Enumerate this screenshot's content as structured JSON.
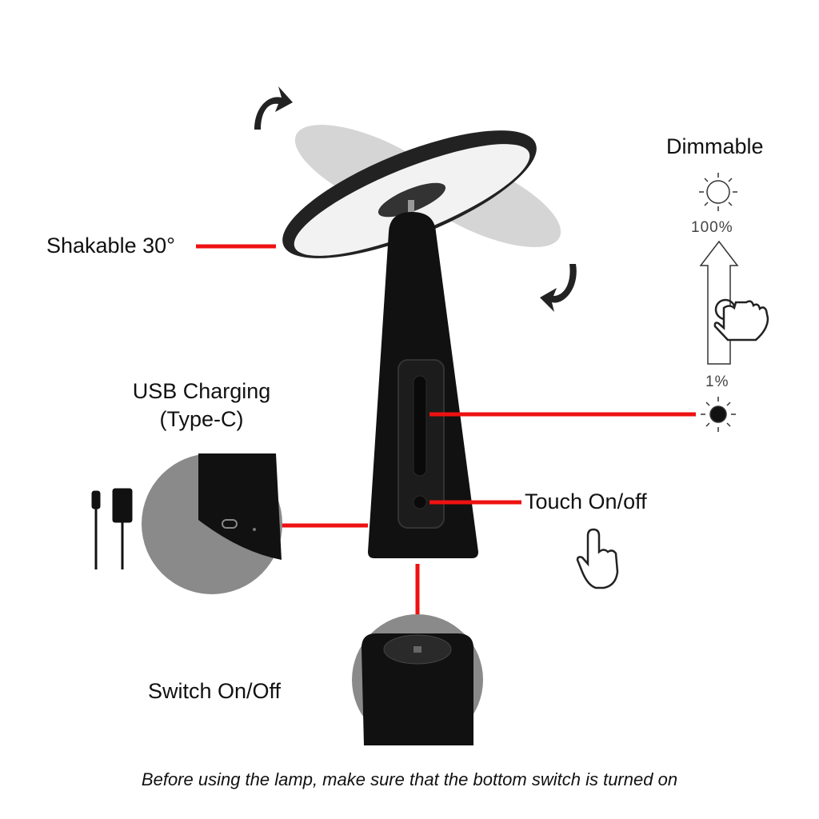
{
  "labels": {
    "shakable": "Shakable 30°",
    "dimmable": "Dimmable",
    "max_level": "100%",
    "min_level": "1%",
    "usb_title": "USB Charging",
    "usb_type": "(Type-C)",
    "touch": "Touch On/off",
    "switch": "Switch On/Off"
  },
  "footer": "Before using the lamp, make sure that the bottom switch is turned on",
  "colors": {
    "callout_line": "#ee1111",
    "lamp_body": "#111111",
    "inset_bg": "#8a8a8a"
  }
}
